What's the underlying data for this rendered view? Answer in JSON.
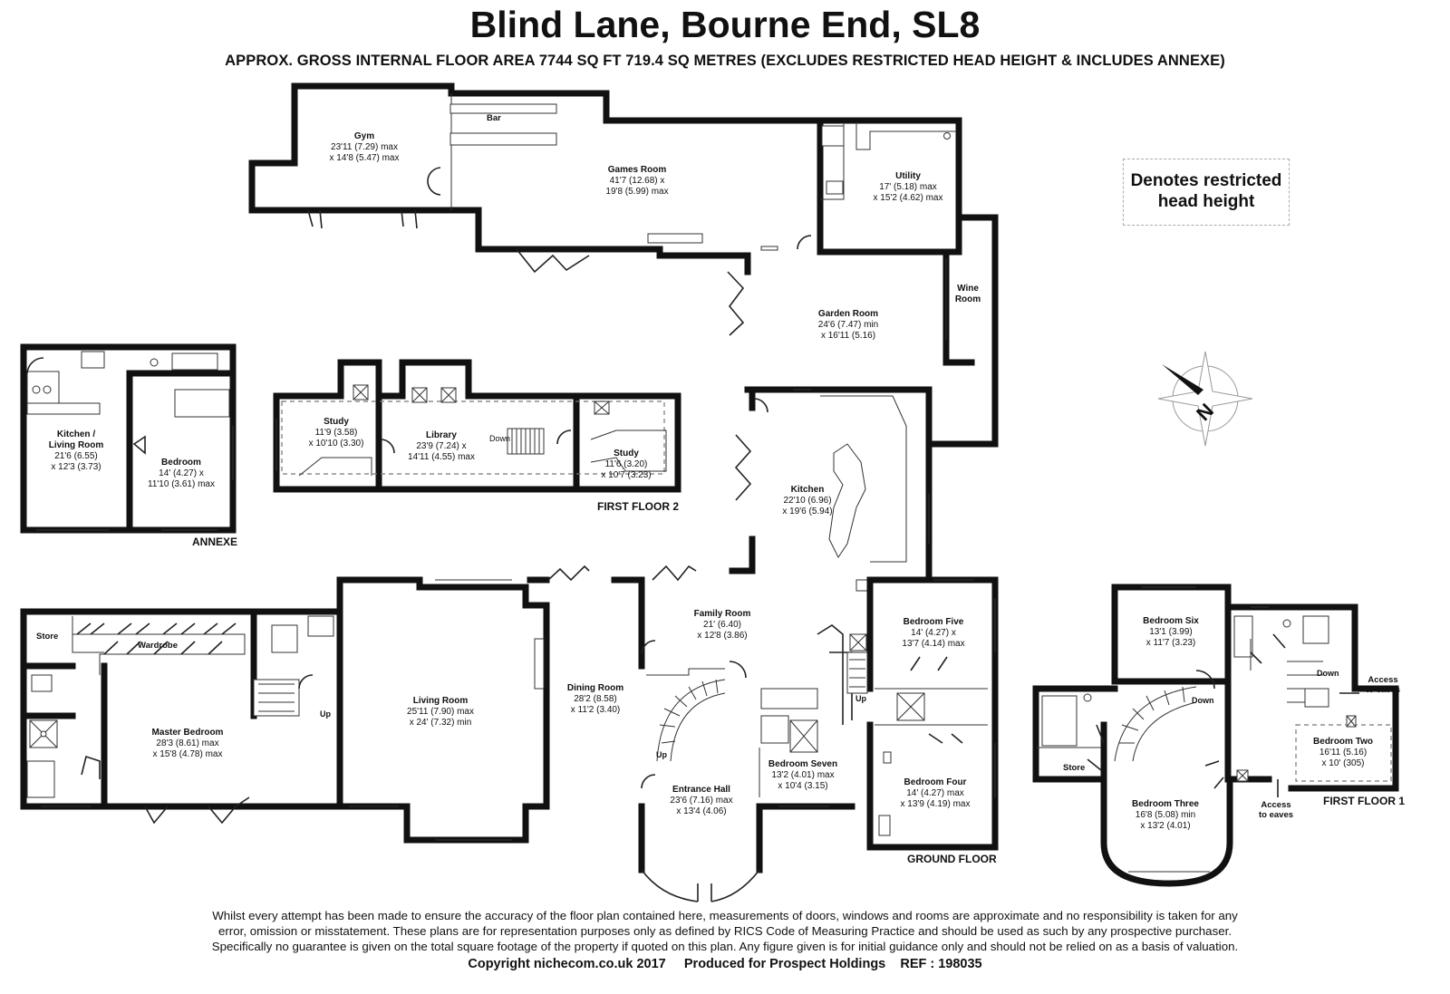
{
  "header": {
    "title": "Blind Lane, Bourne End, SL8",
    "subtitle": "APPROX. GROSS INTERNAL FLOOR AREA 7744 SQ FT 719.4  SQ METRES (EXCLUDES RESTRICTED HEAD HEIGHT & INCLUDES ANNEXE)"
  },
  "legend": {
    "line1": "Denotes restricted",
    "line2": "head height"
  },
  "rooms": {
    "gym": {
      "name": "Gym",
      "dim1": "23'11 (7.29) max",
      "dim2": "x 14'8 (5.47) max"
    },
    "games_room": {
      "name": "Games Room",
      "dim1": "41'7 (12.68) x",
      "dim2": "19'8 (5.99) max"
    },
    "utility": {
      "name": "Utility",
      "dim1": "17' (5.18) max",
      "dim2": "x 15'2 (4.62) max"
    },
    "wine_room": {
      "name1": "Wine",
      "name2": "Room"
    },
    "garden_room": {
      "name": "Garden Room",
      "dim1": "24'6 (7.47) min",
      "dim2": "x 16'11 (5.16)"
    },
    "annexe_kitchen": {
      "name1": "Kitchen /",
      "name2": "Living Room",
      "dim1": "21'6 (6.55)",
      "dim2": "x 12'3 (3.73)"
    },
    "annexe_bedroom": {
      "name": "Bedroom",
      "dim1": "14' (4.27) x",
      "dim2": "11'10 (3.61) max"
    },
    "study1": {
      "name": "Study",
      "dim1": "11'9 (3.58)",
      "dim2": "x 10'10 (3.30)"
    },
    "library": {
      "name": "Library",
      "dim1": "23'9 (7.24) x",
      "dim2": "14'11 (4.55) max"
    },
    "study2": {
      "name": "Study",
      "dim1": "11'6 (3.20)",
      "dim2": "x 10'7 (3.23)"
    },
    "kitchen": {
      "name": "Kitchen",
      "dim1": "22'10 (6.96)",
      "dim2": "x 19'6 (5.94)"
    },
    "family_room": {
      "name": "Family Room",
      "dim1": "21' (6.40)",
      "dim2": "x 12'8 (3.86)"
    },
    "bedroom_five": {
      "name": "Bedroom Five",
      "dim1": "14' (4.27) x",
      "dim2": "13'7 (4.14) max"
    },
    "master_bedroom": {
      "name": "Master Bedroom",
      "dim1": "28'3 (8.61) max",
      "dim2": "x 15'8 (4.78) max"
    },
    "living_room": {
      "name": "Living Room",
      "dim1": "25'11 (7.90) max",
      "dim2": "x 24' (7.32) min"
    },
    "dining_room": {
      "name": "Dining Room",
      "dim1": "28'2 (8.58)",
      "dim2": "x 11'2 (3.40)"
    },
    "entrance_hall": {
      "name": "Entrance Hall",
      "dim1": "23'6 (7.16) max",
      "dim2": "x 13'4 (4.06)"
    },
    "bedroom_seven": {
      "name": "Bedroom Seven",
      "dim1": "13'2 (4.01) max",
      "dim2": "x 10'4 (3.15)"
    },
    "bedroom_four": {
      "name": "Bedroom Four",
      "dim1": "14' (4.27) max",
      "dim2": "x 13'9 (4.19) max"
    },
    "bedroom_six": {
      "name": "Bedroom Six",
      "dim1": "13'1 (3.99)",
      "dim2": "x 11'7 (3.23)"
    },
    "bedroom_three": {
      "name": "Bedroom Three",
      "dim1": "16'8 (5.08) min",
      "dim2": "x 13'2 (4.01)"
    },
    "bedroom_two": {
      "name": "Bedroom Two",
      "dim1": "16'11 (5.16)",
      "dim2": "x 10' (305)"
    }
  },
  "labels": {
    "bar": "Bar",
    "store_annexe": "Store",
    "wardrobe": "Wardrobe",
    "store_ff1": "Store",
    "down_library": "Down",
    "up_master": "Up",
    "up_hall": "Up",
    "up_ground": "Up",
    "down_ff1_a": "Down",
    "down_ff1_b": "Down",
    "access_eaves_1a": "Access",
    "access_eaves_1b": "to eaves",
    "access_eaves_2a": "Access",
    "access_eaves_2b": "to eaves"
  },
  "floors": {
    "annexe": "ANNEXE",
    "first_floor_2": "FIRST FLOOR 2",
    "ground_floor": "GROUND FLOOR",
    "first_floor_1": "FIRST FLOOR 1"
  },
  "compass": {
    "letter": "N"
  },
  "footer": {
    "line1": "Whilst every attempt has been made to ensure the accuracy of the floor plan contained here, measurements of doors, windows and rooms are approximate and no responsibility is taken for any",
    "line2": "error, omission or misstatement. These plans are for representation purposes only as defined by RICS Code of Measuring Practice and should be used as such by any prospective purchaser.",
    "line3": "Specifically no guarantee is given on the total square footage of the property if quoted on this plan. Any figure given is for initial guidance only and should not be relied on as a basis of valuation.",
    "copyright": "Copyright nichecom.co.uk 2017     Produced for Prospect Holdings    REF : 198035"
  }
}
